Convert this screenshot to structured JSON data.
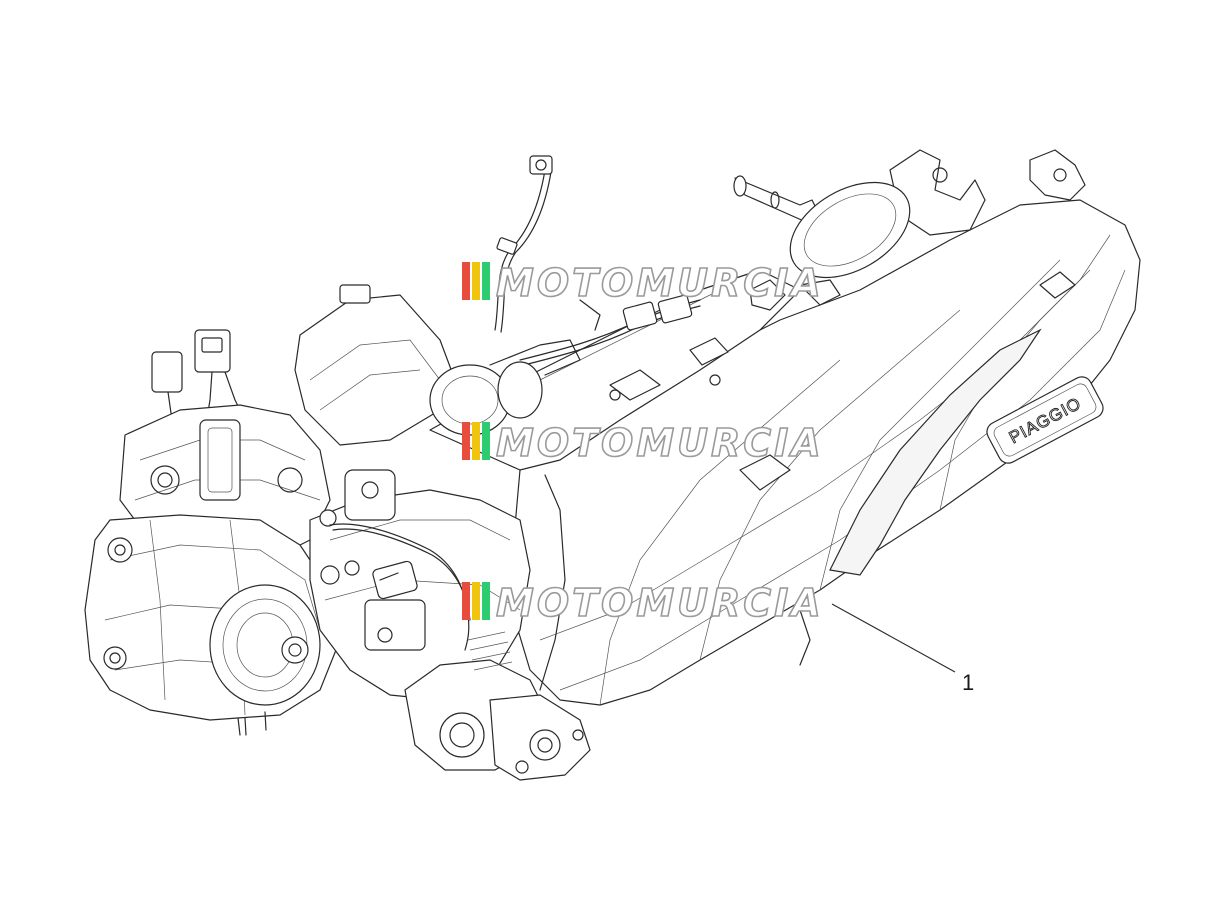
{
  "diagram": {
    "brand_label": "PIAGGIO",
    "callouts": [
      {
        "number": "1"
      }
    ]
  },
  "watermark": {
    "text": "MOTOMURCIA",
    "stripe_colors": [
      "#e74c3c",
      "#f1c40f",
      "#2ecc71"
    ],
    "repeat": 3
  }
}
